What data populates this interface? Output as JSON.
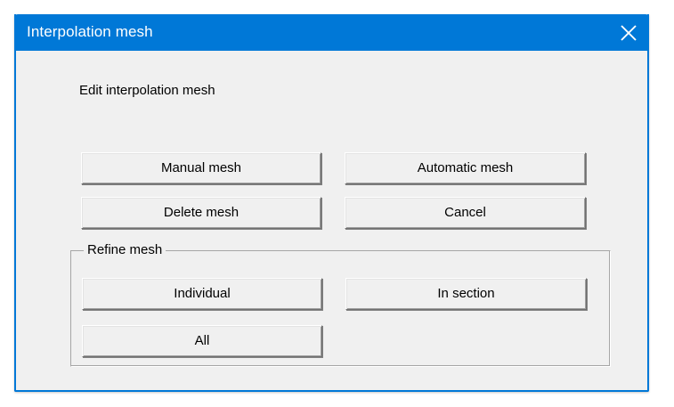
{
  "window": {
    "title": "Interpolation mesh",
    "close_icon": "close-x-icon",
    "accent_color": "#0078d7",
    "client_color": "#f0f0f0",
    "title_text_color": "#ffffff"
  },
  "content": {
    "section_label": "Edit interpolation mesh",
    "buttons": [
      {
        "name": "manual-mesh",
        "label": "Manual mesh"
      },
      {
        "name": "automatic-mesh",
        "label": "Automatic mesh"
      },
      {
        "name": "delete-mesh",
        "label": "Delete mesh"
      },
      {
        "name": "cancel",
        "label": "Cancel"
      }
    ],
    "refine_group": {
      "legend": "Refine mesh",
      "buttons": [
        {
          "name": "individual",
          "label": "Individual"
        },
        {
          "name": "in-section",
          "label": "In section"
        },
        {
          "name": "all",
          "label": "All"
        }
      ]
    }
  }
}
